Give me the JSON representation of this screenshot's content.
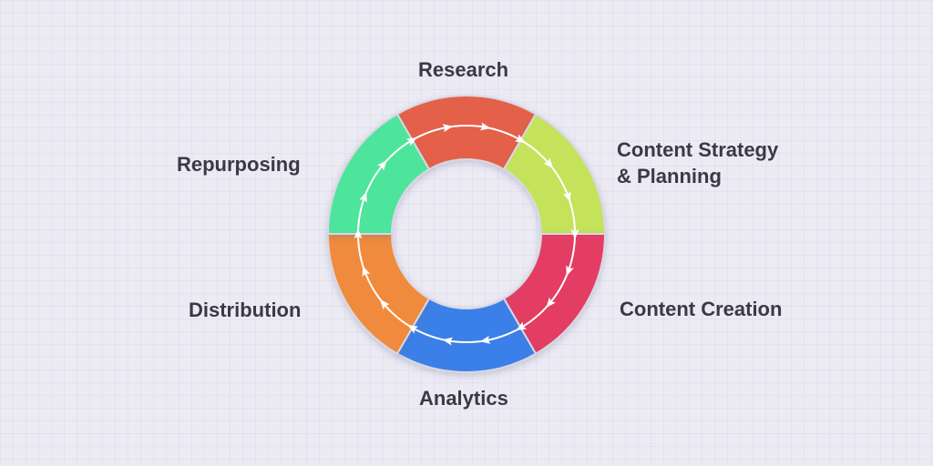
{
  "stages": [
    {
      "name": "Research",
      "color": "#e4604a"
    },
    {
      "name": "Content Strategy & Planning",
      "line1": "Content Strategy",
      "line2": "& Planning",
      "color": "#c4e35a"
    },
    {
      "name": "Content Creation",
      "color": "#e33c63"
    },
    {
      "name": "Analytics",
      "color": "#3b7fe8"
    },
    {
      "name": "Distribution",
      "color": "#f08b3c"
    },
    {
      "name": "Repurposing",
      "color": "#4ee49b"
    }
  ],
  "flow_direction": "clockwise",
  "arrow_color": "#ffffff"
}
